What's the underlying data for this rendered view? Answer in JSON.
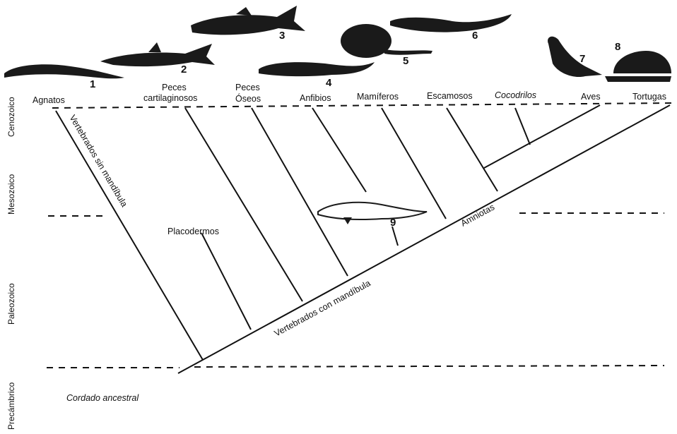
{
  "eras": [
    "Cenozoico",
    "Mesozoico",
    "Paleozoico",
    "Precámbrico"
  ],
  "taxa": {
    "agnatos": "Agnatos",
    "peces_cart_1": "Peces",
    "peces_cart_2": "cartilaginosos",
    "peces_oseos_1": "Peces",
    "peces_oseos_2": "Óseos",
    "anfibios": "Anfibios",
    "mamiferos": "Mamíferos",
    "escamosos": "Escamosos",
    "cocodrilos": "Cocodrilos",
    "aves": "Aves",
    "tortugas": "Tortugas"
  },
  "clades": {
    "sin_mandibula": "Vertebrados sin mandíbula",
    "con_mandibula": "Vertebrados con mandíbula",
    "amniotas": "Amniotas",
    "placodermos": "Placodermos",
    "ancestral": "Cordado ancestral"
  },
  "animal_numbers": [
    "1",
    "2",
    "3",
    "4",
    "5",
    "6",
    "7",
    "8",
    "9"
  ],
  "animal_icons": [
    "lamprey-icon",
    "shark-icon",
    "bony-fish-icon",
    "salamander-icon",
    "mammal-icon",
    "lizard-icon",
    "pigeon-icon",
    "tortoise-icon",
    "early-tetrapod-icon"
  ]
}
